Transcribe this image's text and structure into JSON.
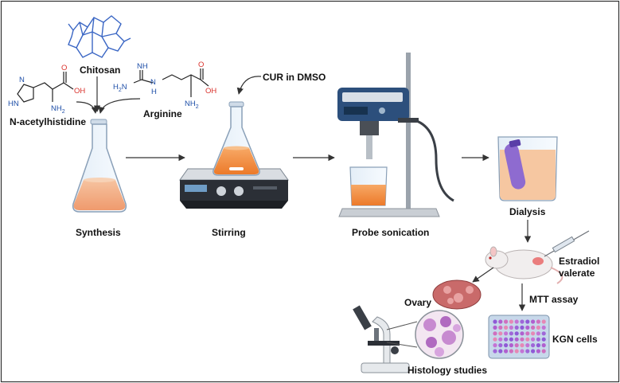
{
  "chemicals": {
    "chitosan": "Chitosan",
    "nacetylhistidine": "N-acetylhistidine",
    "arginine": "Arginine",
    "cur_dmso": "CUR in DMSO"
  },
  "steps": {
    "synthesis": "Synthesis",
    "stirring": "Stirring",
    "probe_sonication": "Probe sonication",
    "dialysis": "Dialysis",
    "estradiol_line1": "Estradiol",
    "estradiol_line2": "valerate",
    "ovary": "Ovary",
    "mtt_assay": "MTT assay",
    "kgn_cells": "KGN cells",
    "histology": "Histology studies"
  },
  "structure_atoms": {
    "oh": "OH",
    "o": "O",
    "nh2": "NH",
    "two": "2",
    "hn": "HN",
    "n": "N",
    "h": "H",
    "nh": "NH",
    "h2n": "H",
    "h2n_n": "N"
  },
  "colors": {
    "orange_liquid": "#f08a3c",
    "orange_light": "#f6b27a",
    "chem_blue": "#1f4fa8",
    "oxygen_red": "#d9312b",
    "device_blue": "#2c4f7c",
    "cell_purple": "#b06ac0",
    "ovary_pink": "#c96a6a"
  }
}
